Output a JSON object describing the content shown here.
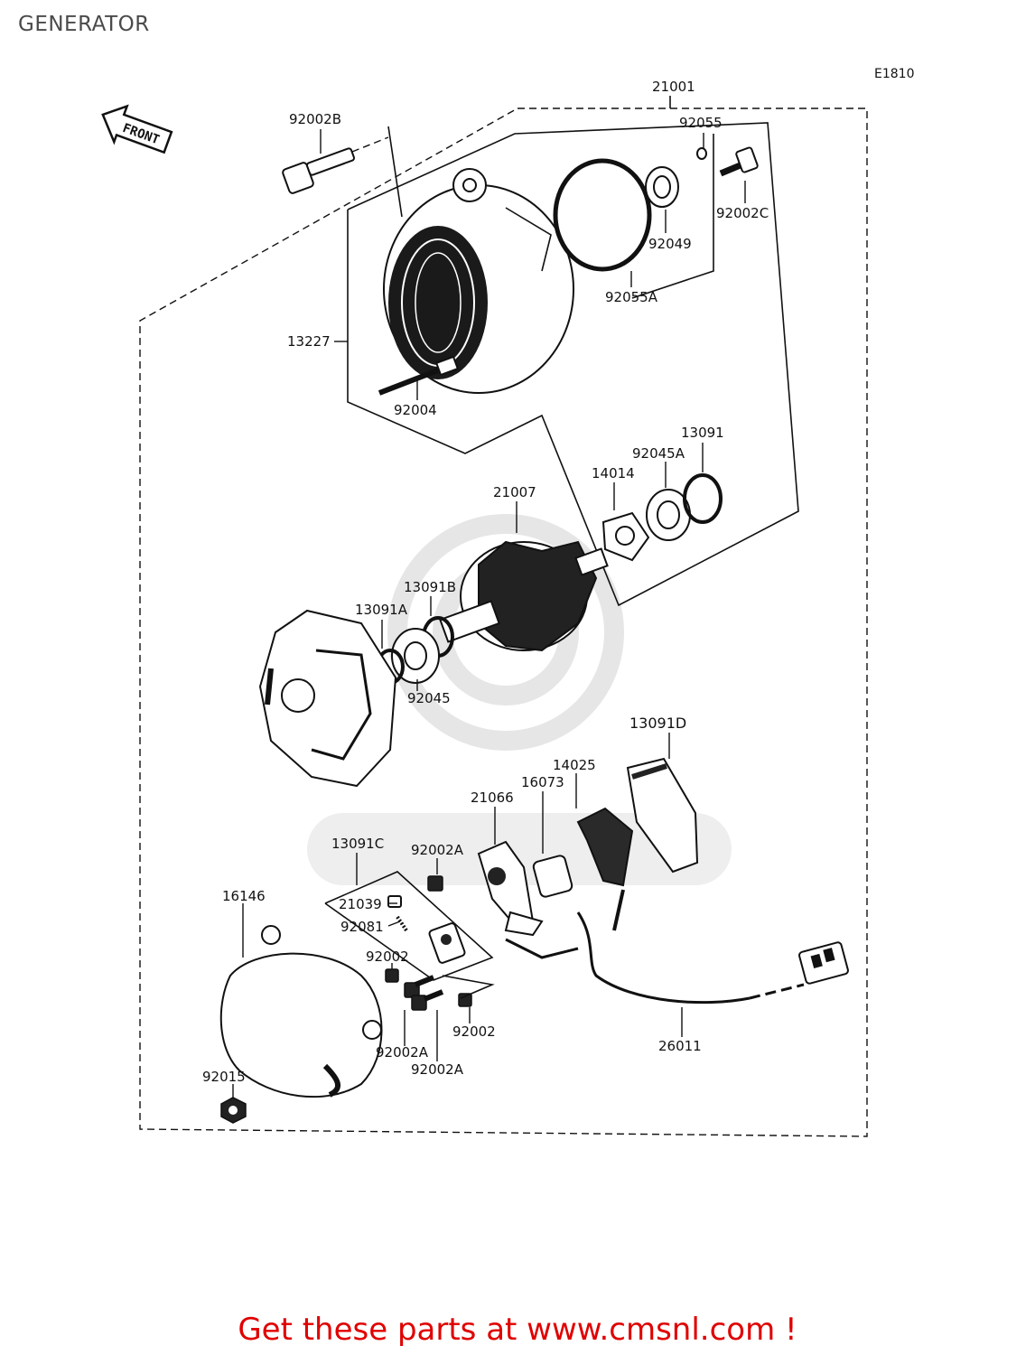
{
  "page": {
    "title": "GENERATOR",
    "diagram_code": "E1810",
    "front_label": "FRONT",
    "footer": "Get these parts at www.cmsnl.com !"
  },
  "parts": {
    "p21001": "21001",
    "p92002B": "92002B",
    "p92055": "92055",
    "p92002C": "92002C",
    "p92049": "92049",
    "p92055A": "92055A",
    "p13227": "13227",
    "p92004": "92004",
    "p13091": "13091",
    "p92045A": "92045A",
    "p14014": "14014",
    "p21007": "21007",
    "p13091B": "13091B",
    "p13091A": "13091A",
    "p92045": "92045",
    "p13091D": "13091D",
    "p14025": "14025",
    "p16073": "16073",
    "p21066": "21066",
    "p13091C": "13091C",
    "p92002A_top": "92002A",
    "p16146": "16146",
    "p21039": "21039",
    "p92081": "92081",
    "p92002_left": "92002",
    "p92002_right": "92002",
    "p92002A_left": "92002A",
    "p92002A_right": "92002A",
    "p26011": "26011",
    "p92015": "92015"
  }
}
